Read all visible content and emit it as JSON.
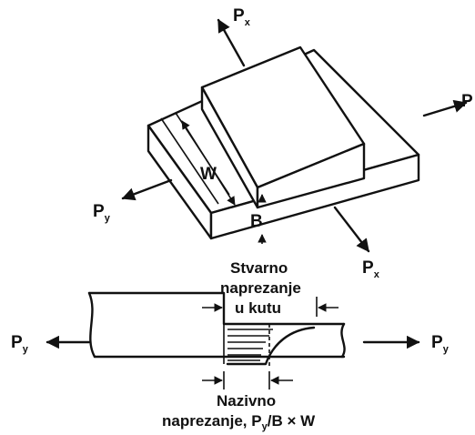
{
  "labels": {
    "force_x": "P",
    "force_x_sub": "x",
    "force_y": "P",
    "force_y_sub": "y",
    "width": "W",
    "thickness": "B"
  },
  "captions": {
    "actual_line1": "Stvarno",
    "actual_line2": "naprezanje",
    "actual_line3": "u kutu",
    "nominal_line1": "Nazivno",
    "nominal_line2_a": "naprezanje, P",
    "nominal_line2_sub": "y",
    "nominal_line2_b": "/B × W"
  }
}
